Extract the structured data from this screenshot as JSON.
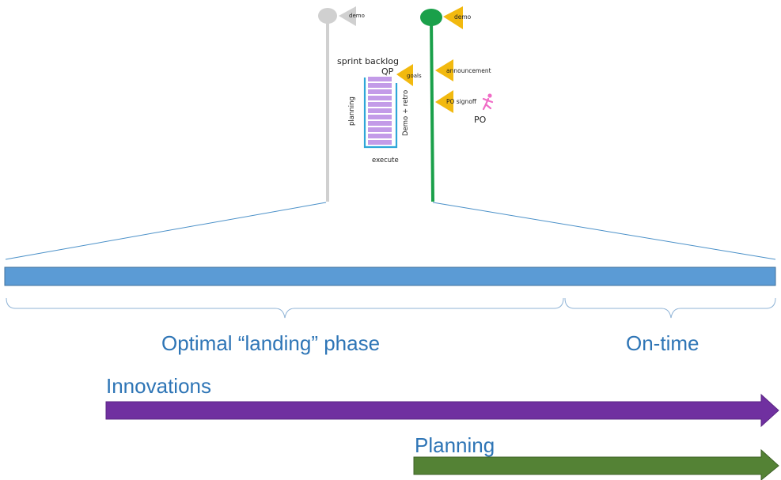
{
  "colors": {
    "grey": "#d0d0d0",
    "green": "#1aa04a",
    "yellow": "#f2b90f",
    "blue": "#2e75b6",
    "bar_fill": "#5b9bd5",
    "lavender": "#c39be8",
    "cyan": "#2ea6d8",
    "purple": "#7030a0",
    "olive_green": "#548235",
    "pink": "#f06cc6"
  },
  "top_diagram": {
    "grey_pole_flag": "demo",
    "green_pole_flag": "demo",
    "sprint_backlog_label": "sprint backlog",
    "qp_label": "QP",
    "goals_flag": "goals",
    "planning_label": "planning",
    "demo_retro_label": "Demo + retro",
    "execute_label": "execute",
    "announcement_flag": "announcement",
    "po_signoff_flag": "PO signoff",
    "po_label": "PO"
  },
  "timeline": {
    "landing_label": "Optimal “landing” phase",
    "ontime_label": "On-time"
  },
  "arrows": {
    "innovations_label": "Innovations",
    "planning_label": "Planning"
  },
  "icons": {
    "po_person": "running-person-icon"
  }
}
